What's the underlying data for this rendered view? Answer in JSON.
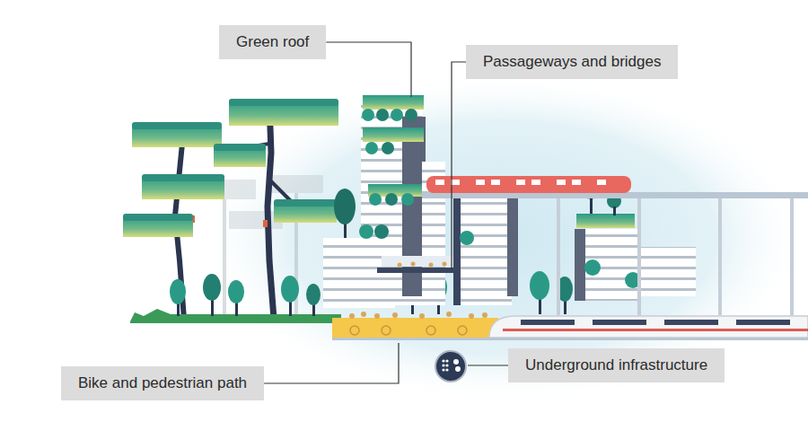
{
  "diagram": {
    "nodes": [
      {
        "text": [
          "Green roof"
        ]
      },
      {
        "text": [
          "Passageways and bridges"
        ]
      },
      {
        "text": [
          "Bike and pedestrian path"
        ]
      },
      {
        "text": [
          "Underground infrastructure"
        ]
      }
    ]
  }
}
